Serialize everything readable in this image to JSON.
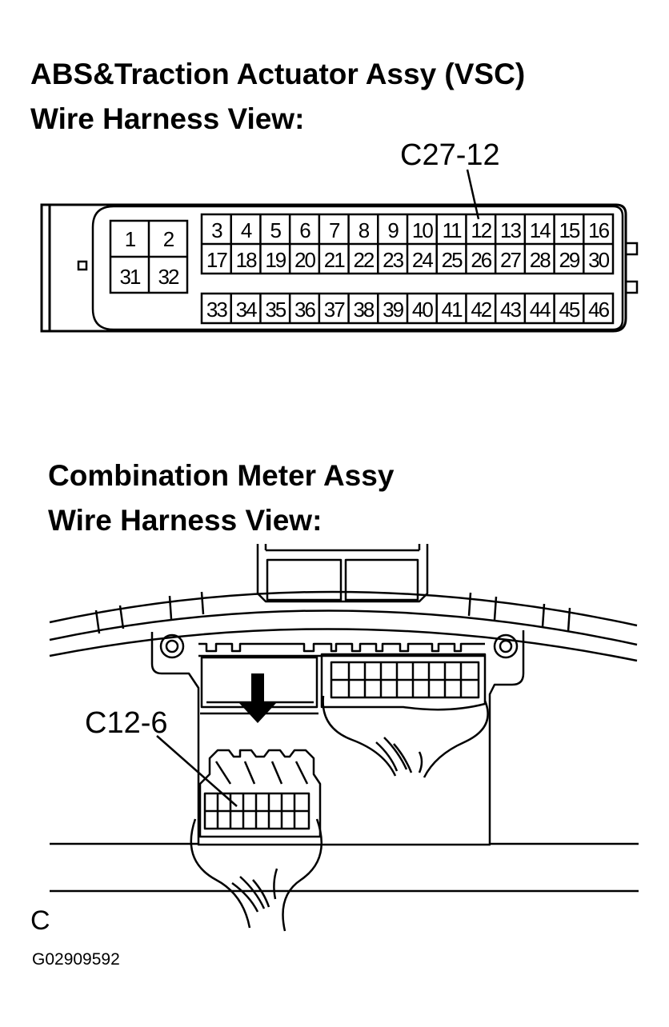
{
  "connector_1": {
    "title_line1": "ABS&Traction Actuator Assy (VSC)",
    "title_line2": "Wire Harness View:",
    "callout": "C27-12",
    "left_block": {
      "row1": [
        "1",
        "2"
      ],
      "row2": [
        "31",
        "32"
      ]
    },
    "right_block": {
      "row1": [
        "3",
        "4",
        "5",
        "6",
        "7",
        "8",
        "9",
        "10",
        "11",
        "12",
        "13",
        "14",
        "15",
        "16"
      ],
      "row2": [
        "17",
        "18",
        "19",
        "20",
        "21",
        "22",
        "23",
        "24",
        "25",
        "26",
        "27",
        "28",
        "29",
        "30"
      ],
      "row3": [
        "33",
        "34",
        "35",
        "36",
        "37",
        "38",
        "39",
        "40",
        "41",
        "42",
        "43",
        "44",
        "45",
        "46"
      ]
    }
  },
  "connector_2": {
    "title_line1": "Combination Meter Assy",
    "title_line2": "Wire Harness View:",
    "callout": "C12-6"
  },
  "footer": {
    "letter": "C",
    "code": "G02909592"
  }
}
